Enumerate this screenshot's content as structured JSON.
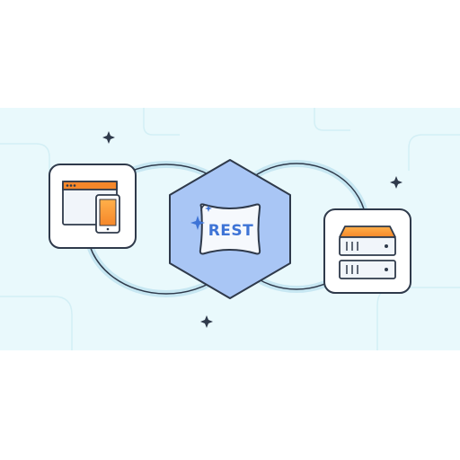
{
  "diagram": {
    "center_label": "REST",
    "nodes": [
      {
        "id": "client",
        "icon": "browser-and-mobile-icon"
      },
      {
        "id": "api",
        "icon": "rest-pillow-icon"
      },
      {
        "id": "server",
        "icon": "server-stack-icon"
      }
    ],
    "colors": {
      "band_background": "#e9f9fc",
      "outline": "#2f3a4b",
      "ring_fill": "#dbeef7",
      "hexagon_fill": "#a9c6f5",
      "pillow_fill": "#f6f9fd",
      "rest_text": "#3e74d6",
      "accent_orange": "#f5872a",
      "accent_orange_light": "#ffb04a",
      "card_fill": "#ffffff",
      "sparkle": "#2f3a4b",
      "sparkle_blue": "#3e74d6"
    }
  }
}
